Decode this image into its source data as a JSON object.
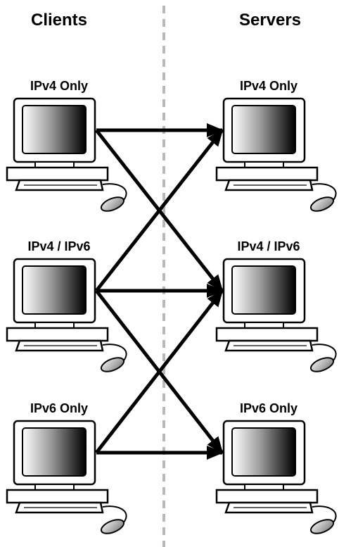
{
  "columns": {
    "clients_title": "Clients",
    "servers_title": "Servers"
  },
  "clients": [
    {
      "id": "c_ipv4",
      "label": "IPv4 Only"
    },
    {
      "id": "c_dual",
      "label": "IPv4 / IPv6"
    },
    {
      "id": "c_ipv6",
      "label": "IPv6 Only"
    }
  ],
  "servers": [
    {
      "id": "s_ipv4",
      "label": "IPv4 Only"
    },
    {
      "id": "s_dual",
      "label": "IPv4 / IPv6"
    },
    {
      "id": "s_ipv6",
      "label": "IPv6 Only"
    }
  ],
  "connections": [
    {
      "from": "c_ipv4",
      "to": "s_ipv4"
    },
    {
      "from": "c_ipv4",
      "to": "s_dual"
    },
    {
      "from": "c_dual",
      "to": "s_ipv4"
    },
    {
      "from": "c_dual",
      "to": "s_dual"
    },
    {
      "from": "c_dual",
      "to": "s_ipv6"
    },
    {
      "from": "c_ipv6",
      "to": "s_dual"
    },
    {
      "from": "c_ipv6",
      "to": "s_ipv6"
    }
  ],
  "colors": {
    "line": "#000000",
    "divider": "#b8b8b8",
    "outline": "#000000",
    "body_fill": "#ffffff",
    "screen_light": "#ffffff",
    "screen_dark": "#000000",
    "mouse_light": "#f4f4f4",
    "mouse_dark": "#7a7a7a"
  }
}
